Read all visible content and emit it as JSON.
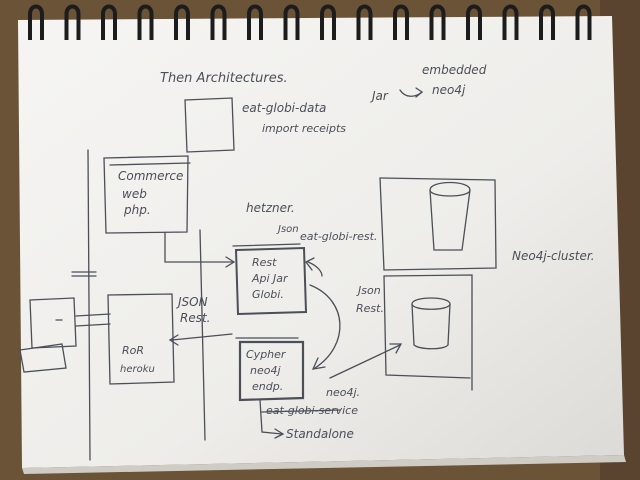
{
  "sketch": {
    "title": "Then Architectures.",
    "top_note": "eat-globi-data",
    "top_jar": "Jar",
    "embedded": "embedded",
    "embedded_neo4j": "neo4j",
    "import_receipts": "import receipts",
    "commerce_box": [
      "Commerce",
      "web",
      "php."
    ],
    "hetzner": "hetzner.",
    "json_label": "Json",
    "rest_jar_label": "eat-globi-rest.",
    "rest_box": [
      "Rest",
      "Api  Jar",
      "Globi."
    ],
    "neo4j_cluster": "Neo4j-cluster.",
    "json_rest_left": [
      "JSON",
      "Rest."
    ],
    "json_rest_right": [
      "Json",
      "Rest."
    ],
    "ror_box": [
      "RoR",
      "heroku"
    ],
    "cypher_box": [
      "Cypher",
      "neo4j",
      "endp."
    ],
    "neo4j_small": "neo4j.",
    "service_label": "eat-globi-service",
    "standalone": "Standalone"
  },
  "colors": {
    "paper": "#f2f1ef",
    "ink": "#4a4f58",
    "binding": "#1c1c1c",
    "desk": "#6b5338"
  }
}
